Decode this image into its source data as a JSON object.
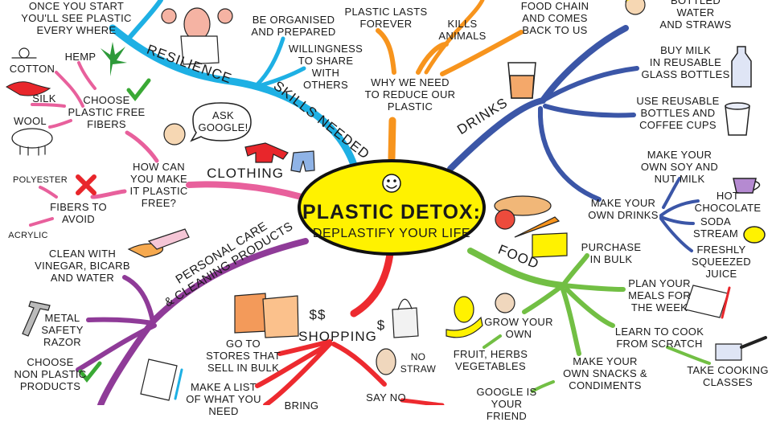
{
  "center": {
    "title": "PLASTIC DETOX:",
    "subtitle": "DEPLASTIFY YOUR LIFE",
    "color": "#fff200",
    "icon": "smiley-icon"
  },
  "skills": {
    "branch": "SKILLS NEEDED",
    "color": "#1eb0e4",
    "resilience": "RESILIENCE",
    "once": "ONCE YOU START\nYOU'LL SEE PLASTIC\nEVERY WHERE",
    "organised": "BE ORGANISED\nAND PREPARED",
    "share": "WILLINGNESS\nTO SHARE\nWITH\nOTHERS"
  },
  "why": {
    "branch": "WHY WE NEED\nTO REDUCE OUR\nPLASTIC",
    "color": "#f7941d",
    "lasts": "PLASTIC LASTS\nFOREVER",
    "kills": "KILLS\nANIMALS",
    "chain": "GETS IN THE\nFOOD CHAIN\nAND COMES\nBACK TO US"
  },
  "drinks": {
    "branch": "DRINKS",
    "color": "#3b56a7",
    "bottled": "BOTTLED\nWATER\nAND STRAWS",
    "milk": "BUY MILK\nIN REUSABLE\nGLASS BOTTLES",
    "cups": "USE REUSABLE\nBOTTLES AND\nCOFFEE CUPS",
    "soy": "MAKE YOUR\nOWN SOY AND\nNUT MILK",
    "own": "MAKE YOUR\nOWN DRINKS",
    "hot": "HOT\nCHOCOLATE",
    "soda": "SODA\nSTREAM",
    "juice": "FRESHLY\nSQUEEZED\nJUICE"
  },
  "food": {
    "branch": "FOOD",
    "color": "#72bf44",
    "bulk": "PURCHASE\nIN BULK",
    "plan": "PLAN YOUR\nMEALS FOR\nTHE WEEK",
    "grow": "GROW YOUR\nOWN",
    "fruit": "FRUIT, HERBS\nVEGETABLES",
    "cook": "LEARN TO COOK\nFROM SCRATCH",
    "classes": "TAKE COOKING\nCLASSES",
    "snacks": "MAKE YOUR\nOWN SNACKS &\nCONDIMENTS",
    "google": "GOOGLE IS\nYOUR FRIEND"
  },
  "shopping": {
    "branch": "SHOPPING",
    "color": "#ed2a2f",
    "dollars": "$$",
    "dollar": "$",
    "stores": "GO TO\nSTORES THAT\nSELL IN BULK",
    "list": "MAKE A LIST\nOF WHAT YOU\nNEED",
    "bring": "BRING",
    "sayno": "SAY NO",
    "nostraw": "NO\nSTRAW"
  },
  "personal": {
    "branch": "PERSONAL CARE\n& CLEANING PRODUCTS",
    "color": "#8f3b98",
    "clean": "CLEAN WITH\nVINEGAR, BICARB\nAND WATER",
    "razor": "METAL\nSAFETY\nRAZOR",
    "nonplastic": "CHOOSE\nNON PLASTIC\nPRODUCTS"
  },
  "clothing": {
    "branch": "CLOTHING",
    "color": "#e8609c",
    "how": "HOW CAN\nYOU MAKE\nIT PLASTIC\nFREE?",
    "ask": "ASK\nGOOGLE!",
    "fibers": "CHOOSE\nPLASTIC FREE\nFIBERS",
    "hemp": "HEMP",
    "cotton": "COTTON",
    "silk": "SILK",
    "wool": "WOOL",
    "avoid": "FIBERS TO\nAVOID",
    "polyester": "POLYESTER",
    "acrylic": "ACRYLIC"
  }
}
